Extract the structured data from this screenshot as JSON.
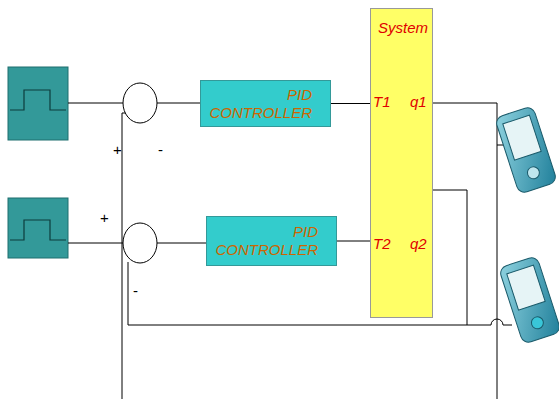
{
  "diagram": {
    "nodes": [
      {
        "text": [
          "System"
        ]
      },
      {
        "text": [
          "PID CONTROLLER"
        ]
      },
      {
        "text": [
          "PID CONTROLLER"
        ]
      }
    ],
    "edges": [
      {
        "from": 1,
        "to": 0,
        "arrow": "none"
      },
      {
        "from": 2,
        "to": 0,
        "arrow": "none"
      }
    ],
    "labels": [
      "+",
      "-",
      "+",
      "-",
      "T1",
      "q1",
      "T2",
      "q2"
    ]
  }
}
